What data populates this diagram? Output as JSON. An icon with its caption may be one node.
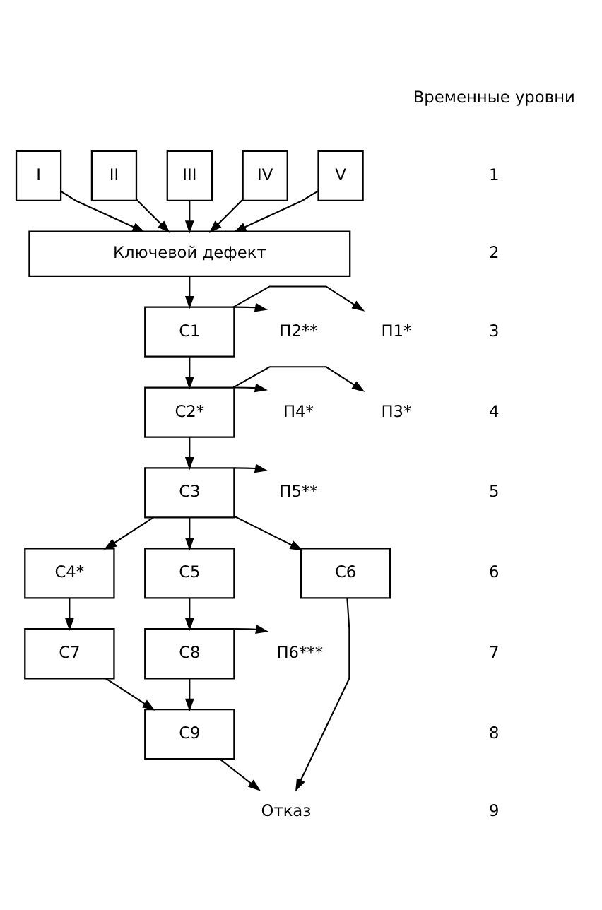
{
  "diagram": {
    "nodes": [
      {
        "text": [
          "I"
        ]
      },
      {
        "text": [
          "II"
        ]
      },
      {
        "text": [
          "III"
        ]
      },
      {
        "text": [
          "IV"
        ]
      },
      {
        "text": [
          "V"
        ]
      },
      {
        "text": [
          "Ключевой дефект"
        ]
      },
      {
        "text": [
          "П1*"
        ]
      },
      {
        "text": [
          "С1"
        ]
      },
      {
        "text": [
          "П2**"
        ]
      },
      {
        "text": [
          "П3*"
        ]
      },
      {
        "text": [
          "С2*"
        ]
      },
      {
        "text": [
          "П4*"
        ]
      },
      {
        "text": [
          "П5**"
        ]
      },
      {
        "text": [
          "С3"
        ]
      },
      {
        "text": [
          "С4*"
        ]
      },
      {
        "text": [
          "С5"
        ]
      },
      {
        "text": [
          "С6"
        ]
      },
      {
        "text": [
          "С7"
        ]
      },
      {
        "text": [
          "С8"
        ]
      },
      {
        "text": [
          "П6***"
        ]
      },
      {
        "text": [
          "С9"
        ]
      },
      {
        "text": [
          "Отказ"
        ]
      }
    ],
    "edges": [
      {
        "from": 0,
        "to": 5,
        "arrow": "to"
      },
      {
        "from": 1,
        "to": 5,
        "arrow": "to"
      },
      {
        "from": 2,
        "to": 5,
        "arrow": "to"
      },
      {
        "from": 3,
        "to": 5,
        "arrow": "to"
      },
      {
        "from": 4,
        "to": 5,
        "arrow": "to"
      },
      {
        "from": 5,
        "to": 7,
        "arrow": "to"
      },
      {
        "from": 7,
        "to": 6,
        "arrow": "to"
      },
      {
        "from": 7,
        "to": 8,
        "arrow": "to"
      },
      {
        "from": 7,
        "to": 10,
        "arrow": "to"
      },
      {
        "from": 10,
        "to": 9,
        "arrow": "to"
      },
      {
        "from": 10,
        "to": 11,
        "arrow": "to"
      },
      {
        "from": 10,
        "to": 13,
        "arrow": "to"
      },
      {
        "from": 13,
        "to": 12,
        "arrow": "to"
      },
      {
        "from": 13,
        "to": 14,
        "arrow": "to"
      },
      {
        "from": 13,
        "to": 15,
        "arrow": "to"
      },
      {
        "from": 13,
        "to": 16,
        "arrow": "to"
      },
      {
        "from": 14,
        "to": 17,
        "arrow": "to"
      },
      {
        "from": 15,
        "to": 18,
        "arrow": "to"
      },
      {
        "from": 18,
        "to": 19,
        "arrow": "to"
      },
      {
        "from": 17,
        "to": 20,
        "arrow": "to"
      },
      {
        "from": 18,
        "to": 20,
        "arrow": "to"
      },
      {
        "from": 20,
        "to": 21,
        "arrow": "to"
      },
      {
        "from": 16,
        "to": 21,
        "arrow": "to"
      }
    ],
    "labels": [
      "Временные уровни",
      "1",
      "2",
      "3",
      "4",
      "5",
      "6",
      "7",
      "8",
      "9"
    ]
  }
}
